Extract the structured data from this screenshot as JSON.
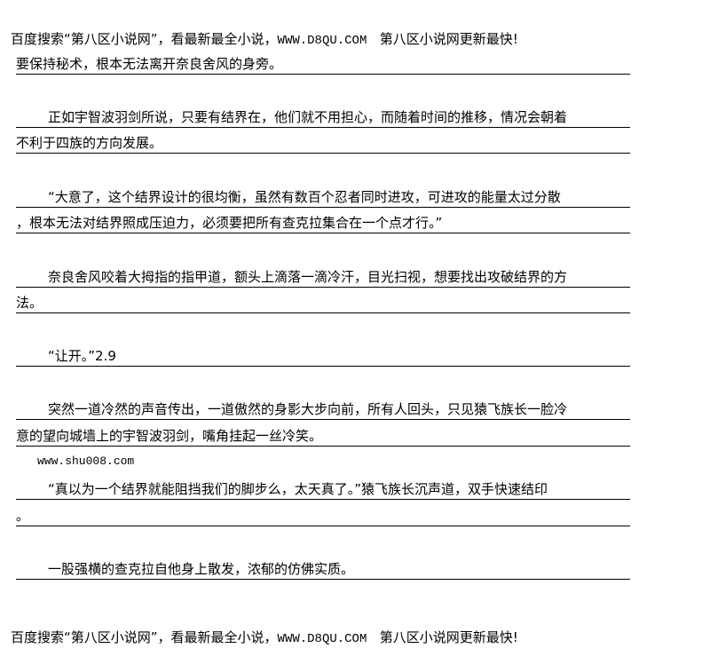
{
  "header": {
    "text": "百度搜索“第八区小说网”，看最新最全小说，",
    "url": "WWW.D8QU.COM",
    "tail": "第八区小说网更新最快!"
  },
  "lines": [
    "要保持秘术，根本无法离开奈良舍风的身旁。",
    "正如宇智波羽剑所说，只要有结界在，他们就不用担心，而随着时间的推移，情况会朝着",
    "不利于四族的方向发展。",
    "“大意了，这个结界设计的很均衡，虽然有数百个忍者同时进攻，可进攻的能量太过分散",
    "，根本无法对结界照成压迫力，必须要把所有查克拉集合在一个点才行。”",
    "奈良舍风咬着大拇指的指甲道，额头上滴落一滴冷汗，目光扫视，想要找出攻破结界的方",
    "法。",
    "“让开。”2.9",
    "突然一道冷然的声音传出，一道傲然的身影大步向前，所有人回头，只见猿飞族长一脸冷",
    "意的望向城墙上的宇智波羽剑，嘴角挂起一丝冷笑。",
    "“真以为一个结界就能阻挡我们的脚步么，太天真了。”猿飞族长沉声道，双手快速结印",
    "。",
    "一股强横的查克拉自他身上散发，浓郁的仿佛实质。"
  ],
  "site_note": "www.shu008.com",
  "footer": {
    "text": "百度搜索“第八区小说网”，看最新最全小说，",
    "url": "WWW.D8QU.COM",
    "tail": "第八区小说网更新最快!"
  }
}
